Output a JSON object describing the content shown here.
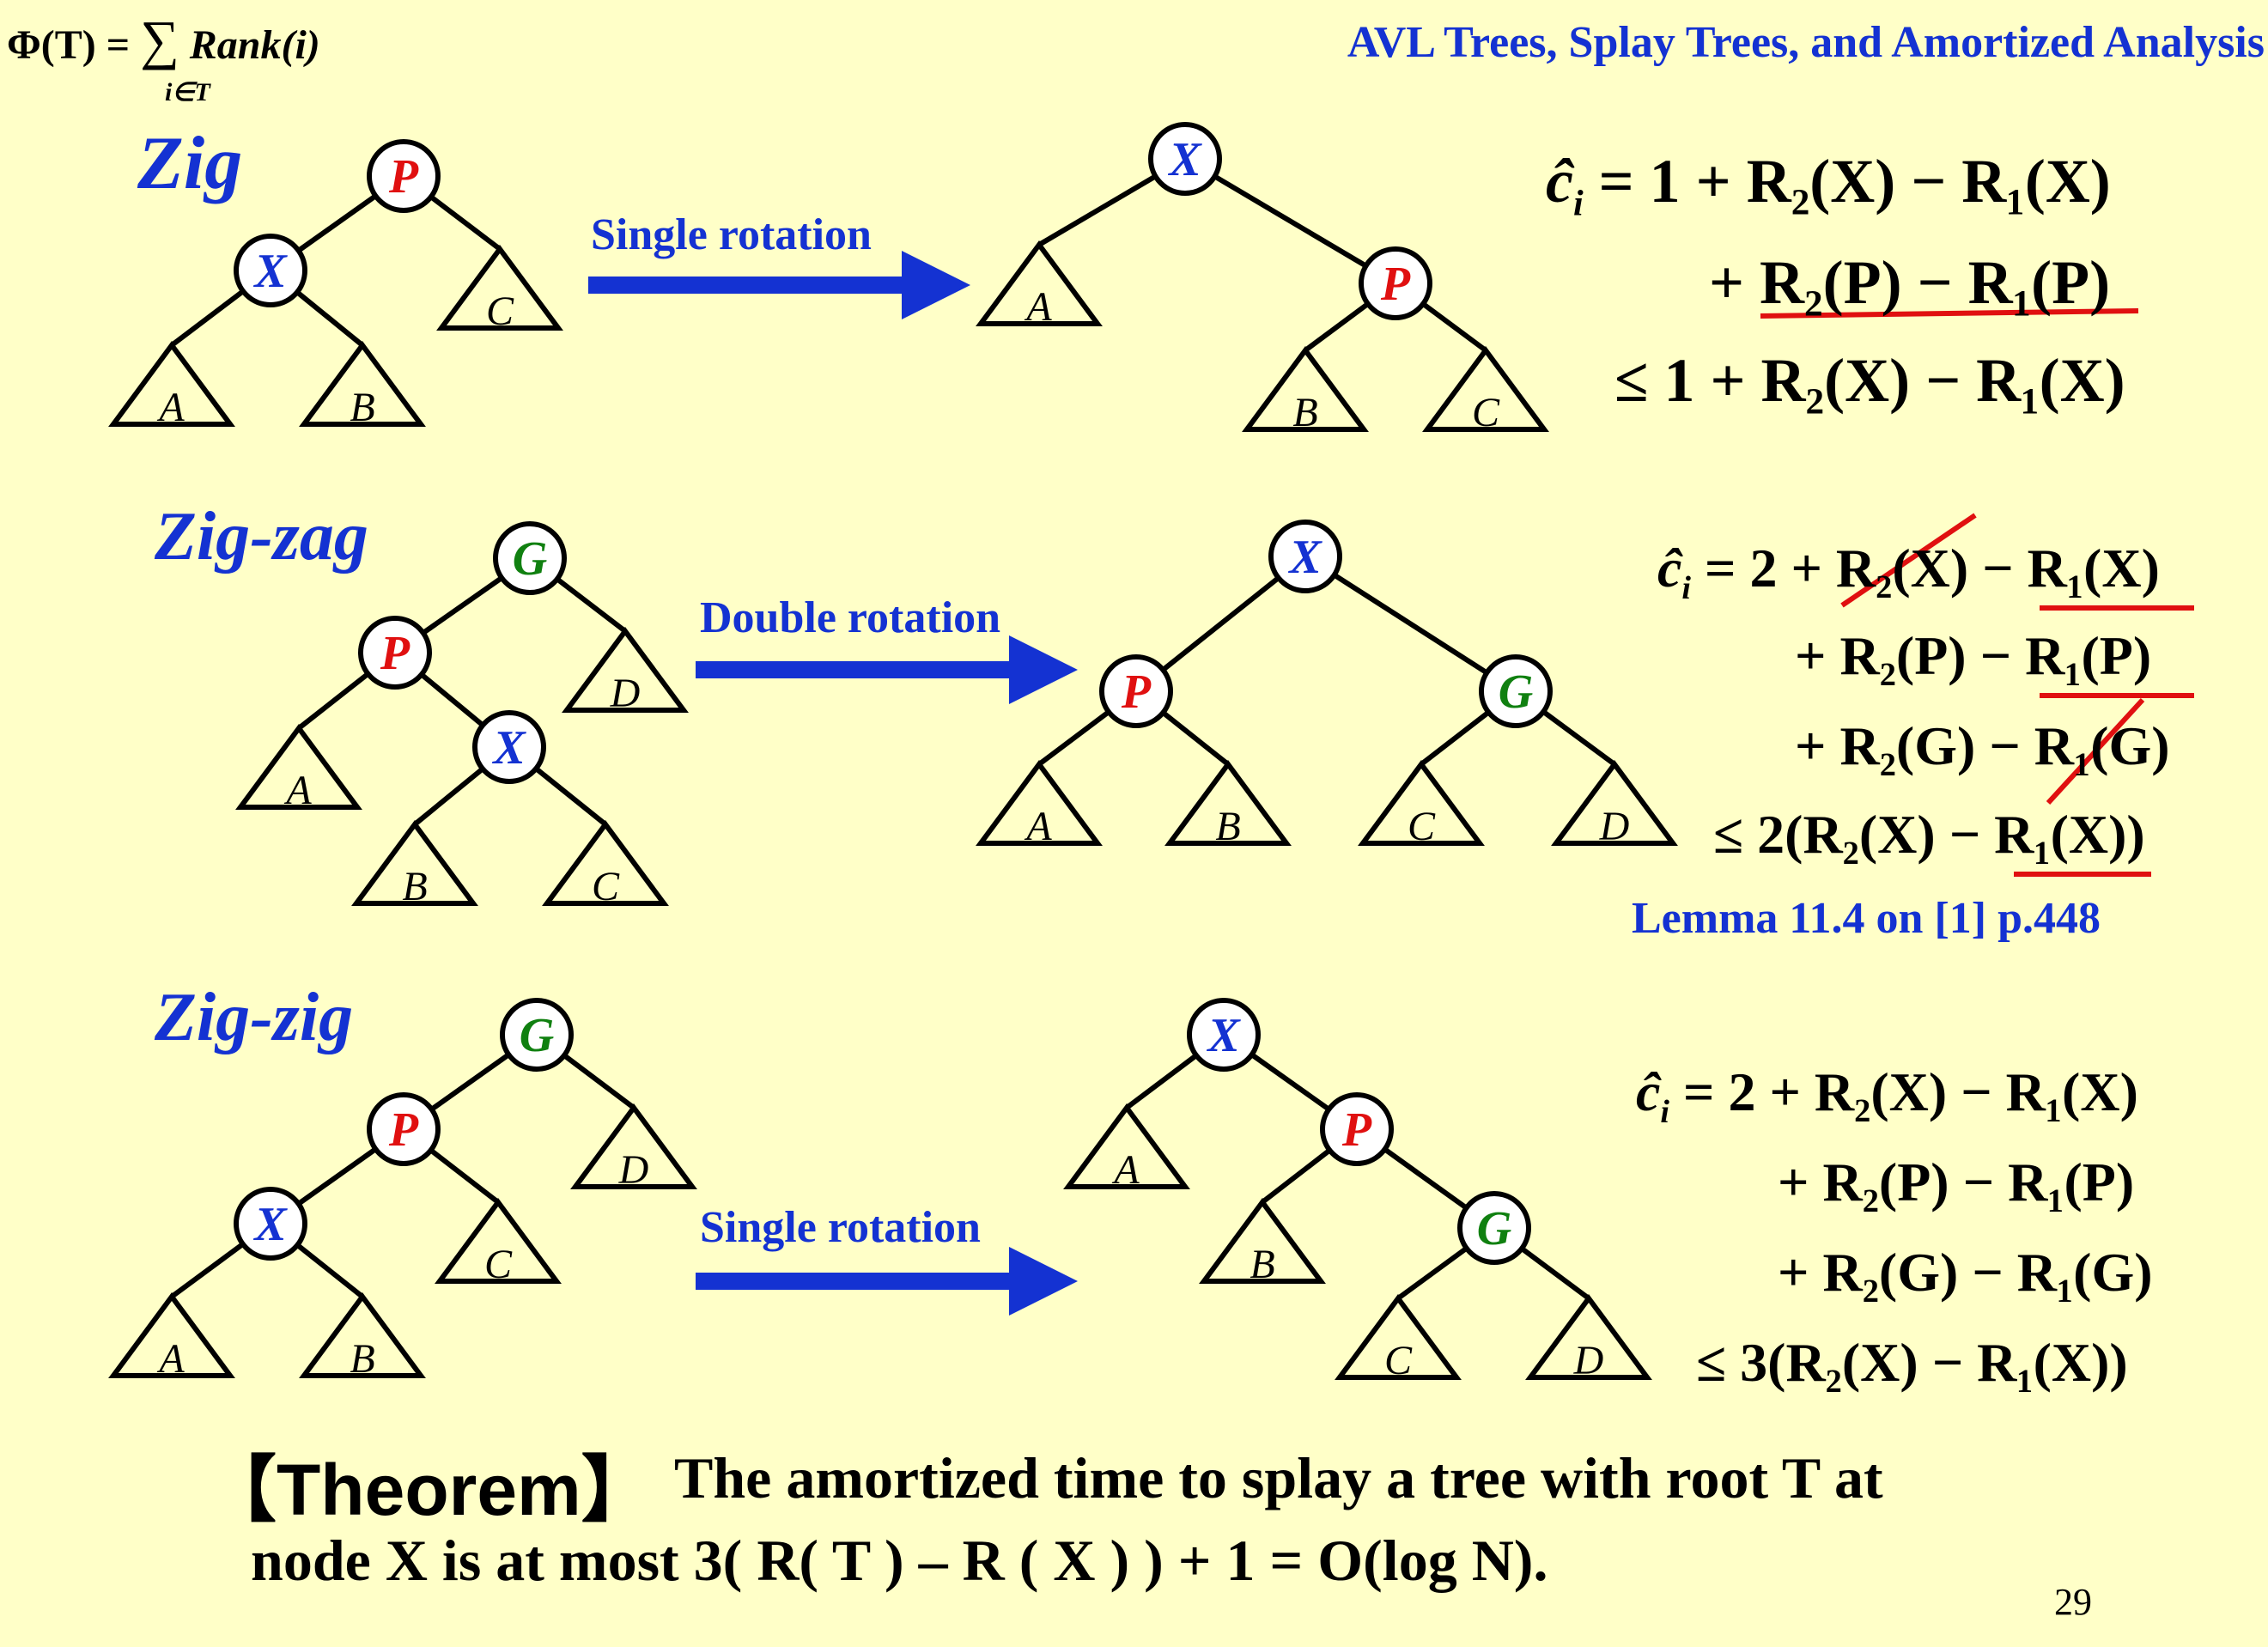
{
  "header": {
    "potential": {
      "lhs": "Φ(T) =",
      "sigma": "∑",
      "sub": "i∈T",
      "rhs": "Rank(i)"
    },
    "title": "AVL Trees, Splay Trees, and Amortized Analysis"
  },
  "colors": {
    "blue_text": "#1432d2",
    "red": "#e01010",
    "green": "#108010",
    "arrow": "#1432d2",
    "background": "#ffffc8"
  },
  "cases": {
    "zig": {
      "label": "Zig",
      "arrow_label": "Single rotation",
      "before": {
        "nodes": [
          "P",
          "X"
        ],
        "subtrees": [
          "A",
          "B",
          "C"
        ]
      },
      "after": {
        "nodes": [
          "X",
          "P"
        ],
        "subtrees": [
          "A",
          "B",
          "C"
        ]
      },
      "eq": [
        {
          "lead": "ĉ",
          "sub": "i",
          "text": "= 1 + R₂(X) − R₁(X)"
        },
        {
          "text": "+ R₂(P) − R₁(P)"
        },
        {
          "text": "≤ 1 + R₂(X) − R₁(X)"
        }
      ]
    },
    "zigzag": {
      "label": "Zig-zag",
      "arrow_label": "Double rotation",
      "before": {
        "nodes": [
          "G",
          "P",
          "X"
        ],
        "subtrees": [
          "A",
          "B",
          "C",
          "D"
        ]
      },
      "after": {
        "nodes": [
          "X",
          "P",
          "G"
        ],
        "subtrees": [
          "A",
          "B",
          "C",
          "D"
        ]
      },
      "eq": [
        {
          "lead": "ĉ",
          "sub": "i",
          "text": "= 2 + R₂(X) − R₁(X)"
        },
        {
          "text": "+ R₂(P) − R₁(P)"
        },
        {
          "text": "+ R₂(G) − R₁(G)"
        },
        {
          "text": "≤ 2(R₂(X) − R₁(X))"
        }
      ],
      "note": "Lemma 11.4 on [1] p.448"
    },
    "zigzig": {
      "label": "Zig-zig",
      "arrow_label": "Single rotation",
      "before": {
        "nodes": [
          "G",
          "P",
          "X"
        ],
        "subtrees": [
          "A",
          "B",
          "C",
          "D"
        ]
      },
      "after": {
        "nodes": [
          "X",
          "P",
          "G"
        ],
        "subtrees": [
          "A",
          "B",
          "C",
          "D"
        ]
      },
      "eq": [
        {
          "lead": "ĉ",
          "sub": "i",
          "text": "= 2 + R₂(X) − R₁(X)"
        },
        {
          "text": "+ R₂(P) − R₁(P)"
        },
        {
          "text": "+ R₂(G) − R₁(G)"
        },
        {
          "text": "≤ 3(R₂(X) − R₁(X))"
        }
      ]
    }
  },
  "theorem": {
    "tag": "【Theorem】",
    "line1": "The amortized time to splay a tree with root T at",
    "line2": "node X is at most 3( R( T ) – R ( X ) ) + 1 = O(log N)."
  },
  "page_number": "29"
}
